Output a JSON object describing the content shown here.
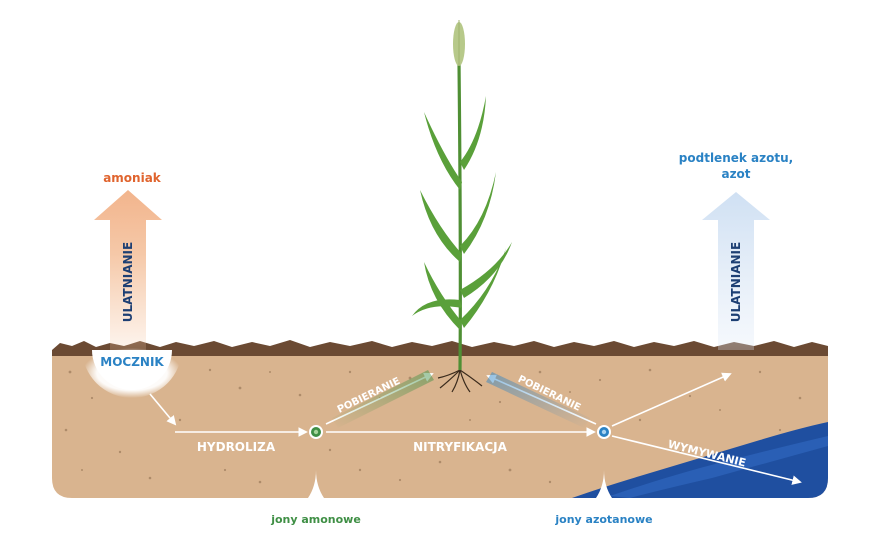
{
  "labels": {
    "amoniak": "amoniak",
    "podtlenek_line1": "podtlenek azotu,",
    "podtlenek_line2": "azot",
    "ulatnianie_left": "ULATNIANIE",
    "ulatnianie_right": "ULATNIANIE",
    "mocznik": "MOCZNIK",
    "hydroliza": "HYDROLIZA",
    "nitryfikacja": "NITRYFIKACJA",
    "pobieranie_left": "POBIERANIE",
    "pobieranie_right": "POBIERANIE",
    "wymywanie": "WYMYWANIE",
    "jony_amonowe": "jony amonowe",
    "jony_azotanowe": "jony azotanowe"
  },
  "colors": {
    "soil": "#d9b48f",
    "soil_crust": "#6b4a33",
    "water": "#1f4fa0",
    "ammonia": "#e0642e",
    "nitrous": "#2a82c4",
    "ammonium": "#3f8f45",
    "nitrate": "#2a82c4",
    "plant": "#5aa03a",
    "label_white": "#ffffff",
    "ulatnianie_text": "#1d3f73"
  },
  "icons": [
    "wheat-plant-icon",
    "ammonium-ion-icon",
    "nitrate-ion-icon"
  ]
}
